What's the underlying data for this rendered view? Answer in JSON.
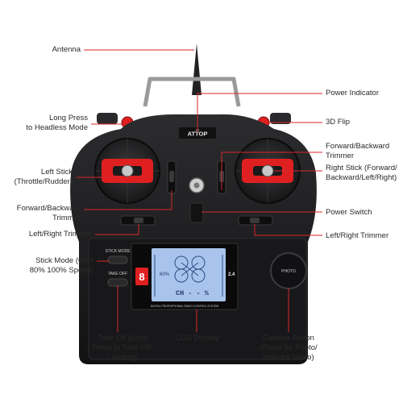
{
  "colors": {
    "leader": "#d8262b",
    "accent_red": "#e02020",
    "body": "#1c1c1e",
    "lcd": "#a9c4ec"
  },
  "device": {
    "brand_text": "ATTOP",
    "model_badge": "8",
    "band_text": "2.4",
    "system_text": "DIGITAL PROPORTIONAL RADIO CONTROL SYSTEM",
    "stick_mode_label": "STICK MODE",
    "take_off_label": "TAKE OFF",
    "photo_label": "PHOTO",
    "lcd_value": "60%",
    "lcd_channel": "CH - - %"
  },
  "labels": {
    "antenna": [
      "Antenna"
    ],
    "long_press": [
      "Long Press",
      "to Headless Mode"
    ],
    "left_stick": [
      "Left Stick",
      "(Throttle/Rudder)"
    ],
    "fb_trimmer_left": [
      "Forward/Backward",
      "Trimmer"
    ],
    "lr_trimmer_left": [
      "Left/Right Trimmer"
    ],
    "stick_mode": [
      "Stick Mode (60%",
      "80% 100% Speed)"
    ],
    "power_indicator": [
      "Power Indicator"
    ],
    "flip": [
      "3D Flip"
    ],
    "fb_trimmer_right": [
      "Forward/Backward",
      "Trimmer"
    ],
    "right_stick": [
      "Right Stick (Forward/",
      "Backward/Left/Right)"
    ],
    "power_switch": [
      "Power Switch"
    ],
    "lr_trimmer_right": [
      "Left/Right Trimmer"
    ],
    "take_off": [
      "Take Off (Long",
      "Press to Take Off/",
      "Landing)"
    ],
    "lcd_display": [
      "LCD Display"
    ],
    "camera_button": [
      "Camera Button",
      "(Press for Photo/",
      "Hold for Video)"
    ]
  }
}
